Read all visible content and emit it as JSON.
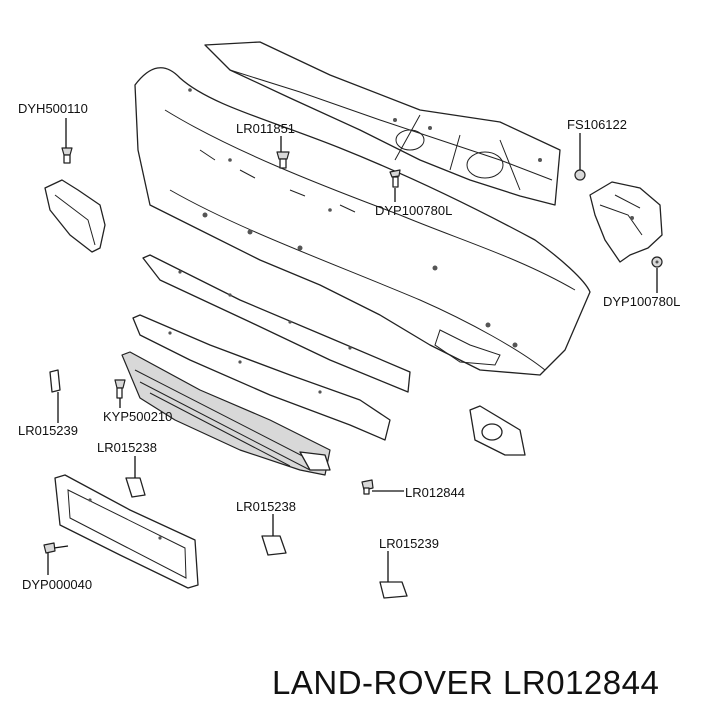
{
  "footer": {
    "title": "LAND-ROVER LR012844"
  },
  "callouts": [
    {
      "id": "DYH500110",
      "label": "DYH500110"
    },
    {
      "id": "LR011851",
      "label": "LR011851"
    },
    {
      "id": "FS106122",
      "label": "FS106122"
    },
    {
      "id": "DYP100780L-center",
      "label": "DYP100780L"
    },
    {
      "id": "DYP100780L-right",
      "label": "DYP100780L"
    },
    {
      "id": "LR015239-left",
      "label": "LR015239"
    },
    {
      "id": "KYP500210",
      "label": "KYP500210"
    },
    {
      "id": "LR015238-left",
      "label": "LR015238"
    },
    {
      "id": "LR012844",
      "label": "LR012844"
    },
    {
      "id": "LR015238-center",
      "label": "LR015238"
    },
    {
      "id": "LR015239-bottom",
      "label": "LR015239"
    },
    {
      "id": "DYP000040",
      "label": "DYP000040"
    }
  ]
}
